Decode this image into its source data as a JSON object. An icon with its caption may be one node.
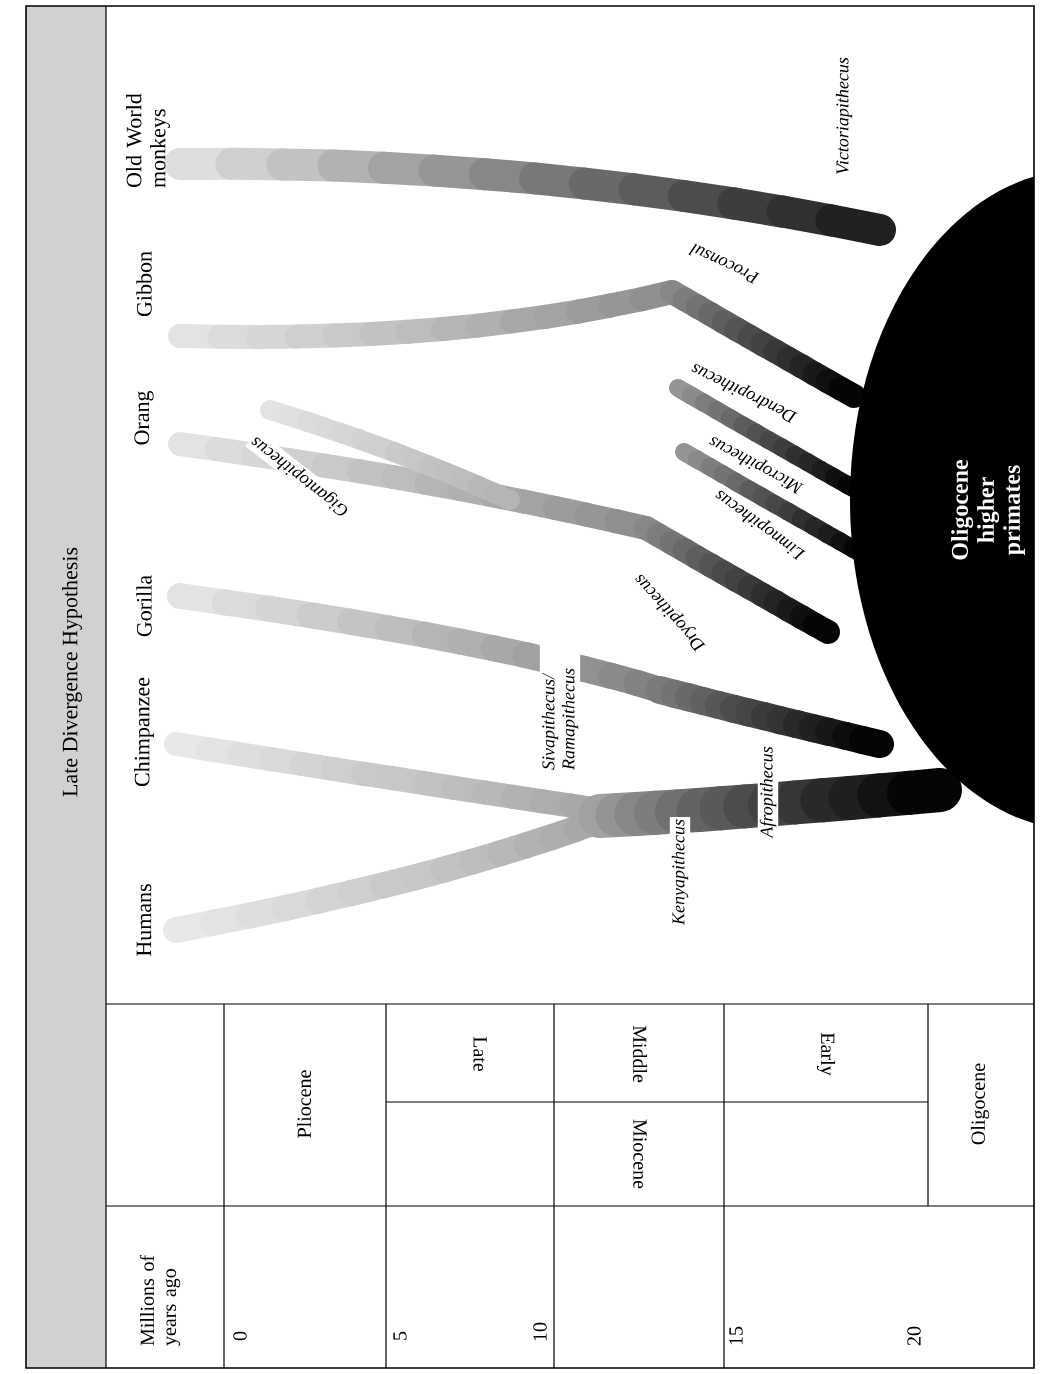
{
  "diagram": {
    "title": "Late Divergence Hypothesis",
    "nodes": [
      {
        "text": [
          "Oligocene higher primates"
        ]
      }
    ],
    "labels": [
      "Millions of years ago",
      "Humans",
      "Chimpanzee",
      "Gorilla",
      "Orang",
      "Gibbon",
      "Old World monkeys",
      "Gigantopithecus",
      "Sivapithecus/ Ramapithecus",
      "Dryopithecus",
      "Kenyapithecus",
      "Afropithecus",
      "Limnopithecus",
      "Micropithecus",
      "Dendropithecus",
      "Proconsul",
      "Victoriapithecus",
      "0",
      "Pliocene",
      "Late",
      "5",
      "Middle",
      "Miocene",
      "10",
      "Early",
      "15",
      "Oligocene",
      "20"
    ]
  }
}
